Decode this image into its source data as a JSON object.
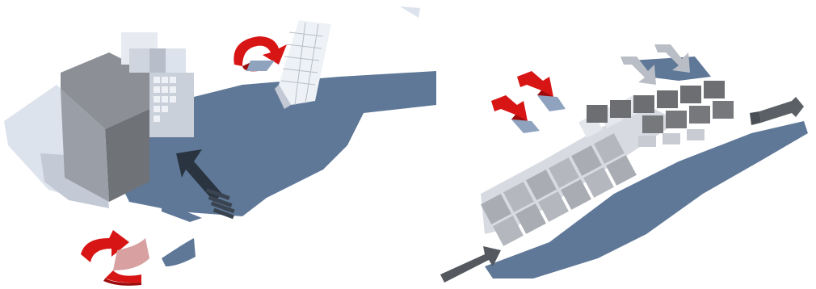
{
  "figure": {
    "panels": [
      {
        "id": "left",
        "content": "stacked-cubes-with-rotation-arrows"
      },
      {
        "id": "right",
        "content": "tilted-tile-grid-with-push-arrows"
      }
    ]
  },
  "colors": {
    "background": "#ffffff",
    "shadow": "#5f7898",
    "shadow_light": "#8fa3bf",
    "cube_light": "#dde3ec",
    "cube_mid": "#c3cad6",
    "cube_dark": "#8c8f95",
    "cube_darker": "#6f7277",
    "tile_light": "#c8ccd2",
    "tile_mid": "#a9adb3",
    "tile_dark": "#6c6e72",
    "arrow_red": "#d81515",
    "arrow_red_dark": "#9c0c0c",
    "arrow_gray": "#b9bec6",
    "arrow_dark": "#2a3440"
  }
}
